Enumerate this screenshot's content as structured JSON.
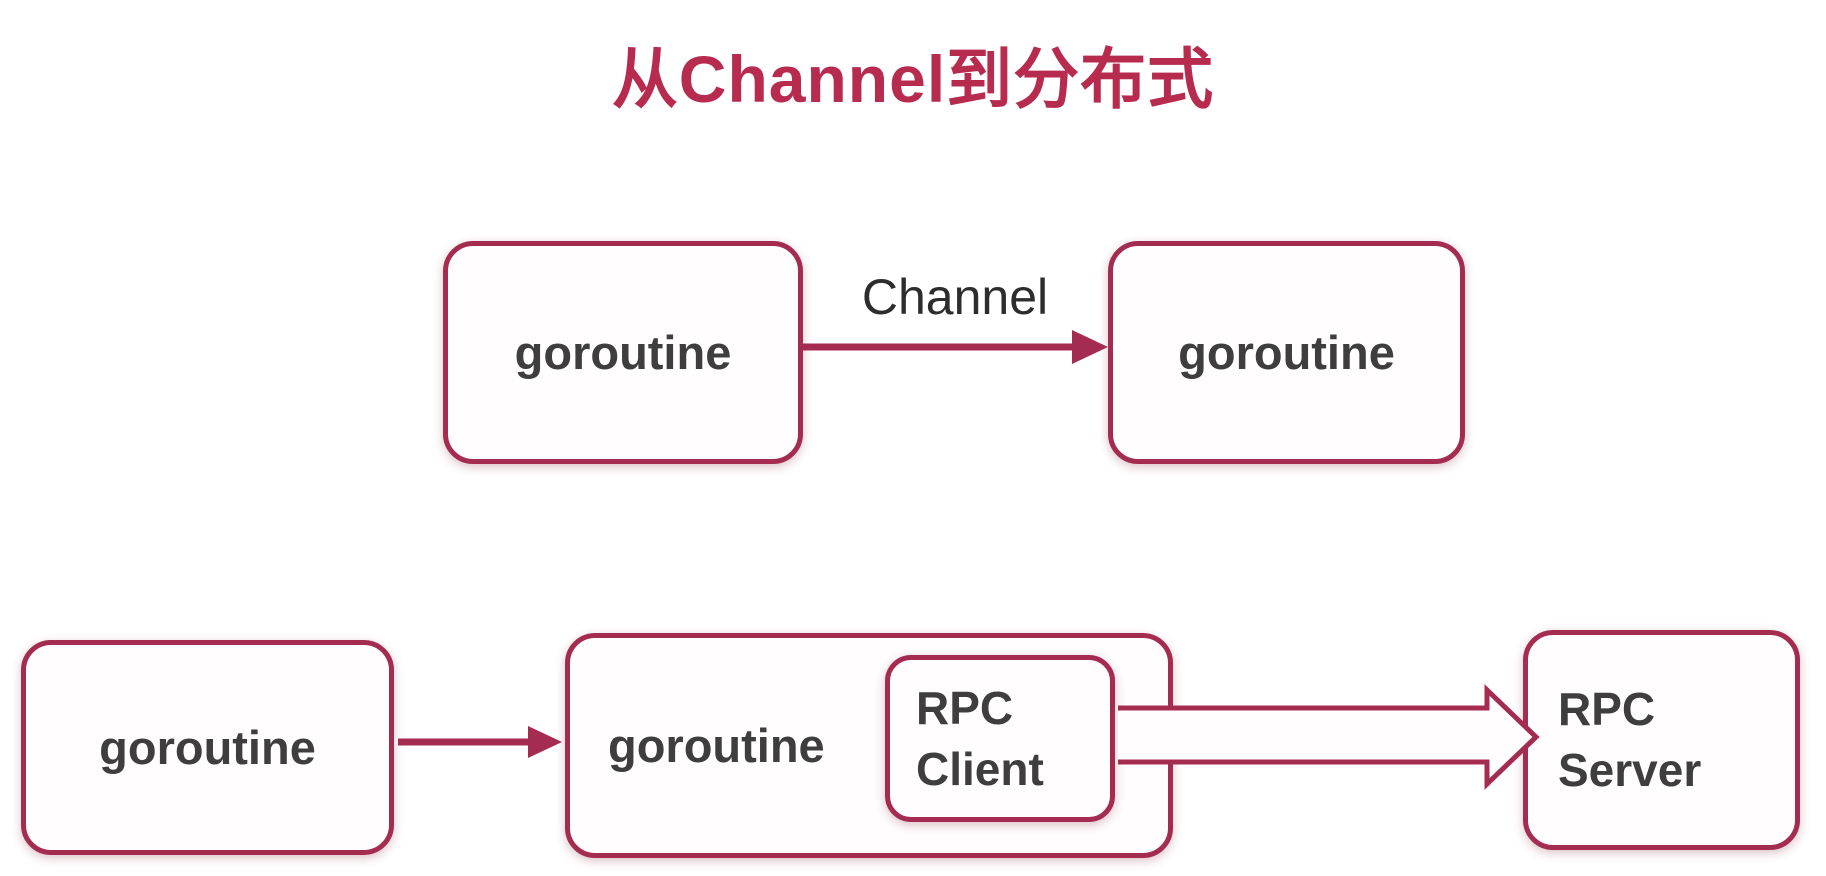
{
  "title": {
    "text": "从Channel到分布式"
  },
  "colors": {
    "accent": "#a42c50",
    "title_red": "#b72b4f",
    "label_gray": "#3e3e3e",
    "box_fill": "#fffdfe",
    "background": "#ffffff"
  },
  "channel_flow": {
    "sender_label": "goroutine",
    "receiver_label": "goroutine",
    "arrow_label": "Channel"
  },
  "rpc_flow": {
    "caller_label": "goroutine",
    "host_label": "goroutine",
    "client_label": "RPC\nClient",
    "server_label": "RPC\nServer"
  }
}
